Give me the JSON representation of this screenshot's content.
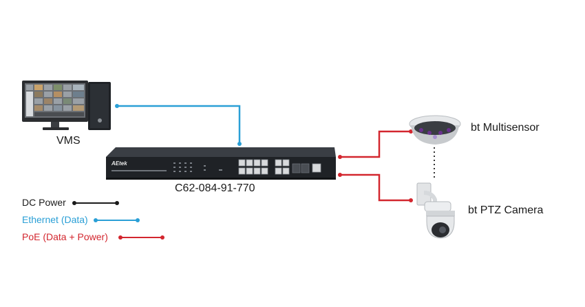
{
  "labels": {
    "vms": "VMS",
    "switch_model": "C62-084-91-770",
    "switch_brand": "AEtek",
    "multisensor": "bt Multisensor",
    "ptz_camera": "bt PTZ Camera"
  },
  "legend": [
    {
      "label": "DC Power",
      "color": "#1a1a1a"
    },
    {
      "label": "Ethernet (Data)",
      "color": "#2a9fd6"
    },
    {
      "label": "PoE (Data + Power)",
      "color": "#d3262e"
    }
  ],
  "colors": {
    "ethernet": "#2a9fd6",
    "poe": "#d3262e",
    "dc_power": "#1a1a1a",
    "device_dark": "#1f2226"
  },
  "icons": {
    "workstation": "computer-monitor-and-tower-icon",
    "switch": "network-switch-icon",
    "multisensor": "dome-multisensor-camera-icon",
    "ptz": "ptz-dome-camera-icon"
  }
}
